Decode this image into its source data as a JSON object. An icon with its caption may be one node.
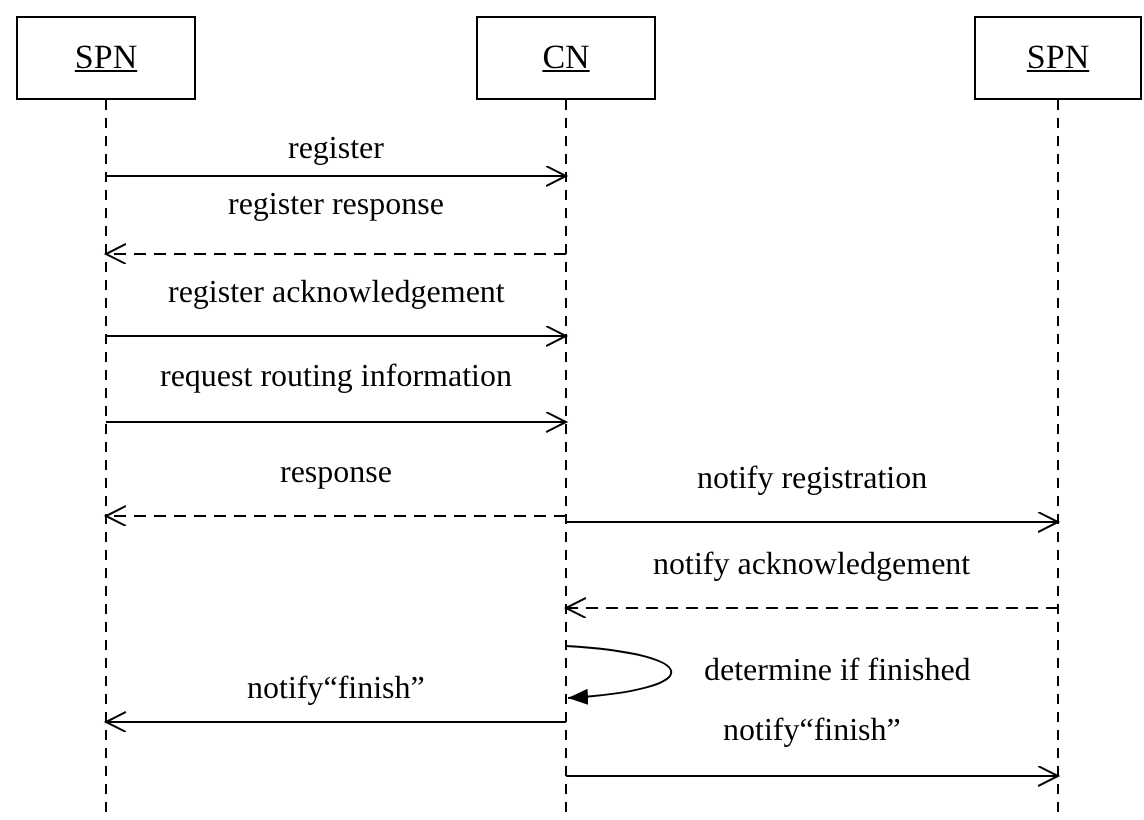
{
  "diagram": {
    "nodes": [
      {
        "text": [
          "SPN"
        ]
      },
      {
        "text": [
          "CN"
        ]
      },
      {
        "text": [
          "SPN"
        ]
      }
    ],
    "edges": [
      {
        "from": 0,
        "to": 1,
        "arrow": "to",
        "label": "register"
      },
      {
        "from": 1,
        "to": 0,
        "arrow": "to",
        "label": "register response",
        "style": "dashed"
      },
      {
        "from": 0,
        "to": 1,
        "arrow": "to",
        "label": "register acknowledgement"
      },
      {
        "from": 0,
        "to": 1,
        "arrow": "to",
        "label": "request routing information"
      },
      {
        "from": 1,
        "to": 0,
        "arrow": "to",
        "label": "response",
        "style": "dashed"
      },
      {
        "from": 1,
        "to": 2,
        "arrow": "to",
        "label": "notify registration"
      },
      {
        "from": 2,
        "to": 1,
        "arrow": "to",
        "label": "notify acknowledgement",
        "style": "dashed"
      },
      {
        "from": 1,
        "to": 1,
        "arrow": "to",
        "label": "determine if finished"
      },
      {
        "from": 1,
        "to": 0,
        "arrow": "to",
        "label": "notify“finish”"
      },
      {
        "from": 1,
        "to": 2,
        "arrow": "to",
        "label": "notify“finish”"
      }
    ]
  }
}
